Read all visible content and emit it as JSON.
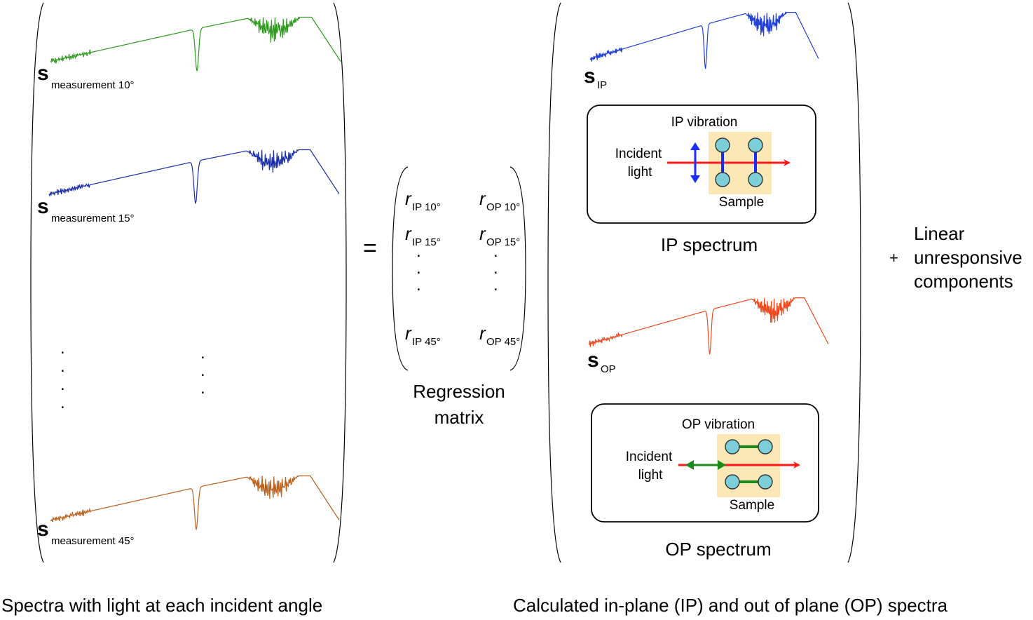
{
  "left_panel": {
    "spectra": [
      {
        "symbol": "s",
        "subscript": "measurement 10°",
        "color": "#2e9a1e"
      },
      {
        "symbol": "s",
        "subscript": "measurement 15°",
        "color": "#1a2ea8"
      },
      {
        "symbol": "s",
        "subscript": "measurement 45°",
        "color": "#b8601c"
      }
    ],
    "caption": "Spectra with light at each incident angle"
  },
  "equals_sign": "=",
  "matrix": {
    "rows": [
      [
        {
          "symbol": "r",
          "subscript": "IP 10°"
        },
        {
          "symbol": "r",
          "subscript": "OP 10°"
        }
      ],
      [
        {
          "symbol": "r",
          "subscript": "IP 15°"
        },
        {
          "symbol": "r",
          "subscript": "OP 15°"
        }
      ],
      [
        {
          "symbol": "r",
          "subscript": "IP 45°"
        },
        {
          "symbol": "r",
          "subscript": "OP 45°"
        }
      ]
    ],
    "caption_line1": "Regression",
    "caption_line2": "matrix"
  },
  "right_panel": {
    "ip": {
      "symbol": "s",
      "subscript": "IP",
      "color": "#1f3fd6",
      "box_title": "IP vibration",
      "incident_line1": "Incident",
      "incident_line2": "light",
      "sample": "Sample",
      "spectrum_label": "IP spectrum"
    },
    "op": {
      "symbol": "s",
      "subscript": "OP",
      "color": "#f24a1e",
      "box_title": "OP vibration",
      "incident_line1": "Incident",
      "incident_line2": "light",
      "sample": "Sample",
      "spectrum_label": "OP spectrum"
    },
    "caption": "Calculated in-plane (IP) and out of plane (OP) spectra"
  },
  "plus_sign": "+",
  "residual": {
    "line1": "Linear",
    "line2": "unresponsive",
    "line3": "components"
  },
  "dots": "."
}
